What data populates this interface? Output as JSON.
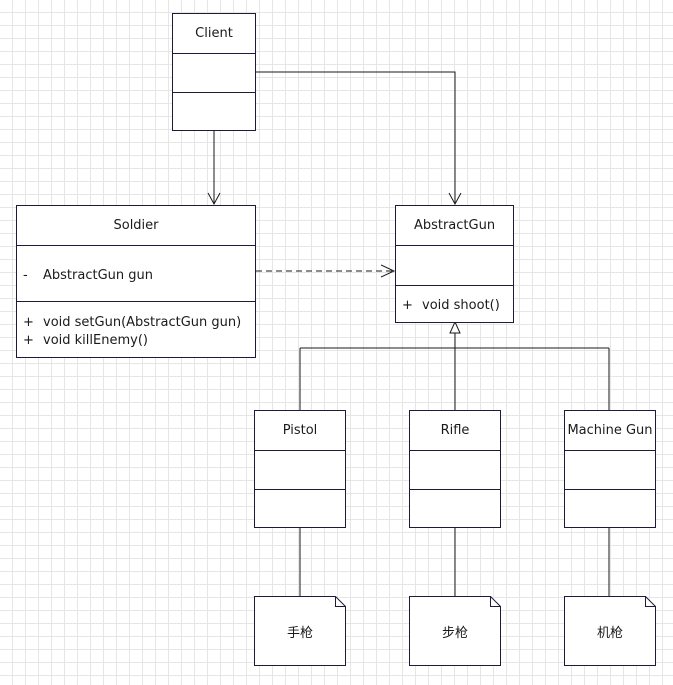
{
  "classes": {
    "client": {
      "name": "Client"
    },
    "soldier": {
      "name": "Soldier",
      "attributes": [
        {
          "visibility": "-",
          "text": "AbstractGun gun"
        }
      ],
      "methods": [
        {
          "visibility": "+",
          "text": "void setGun(AbstractGun gun)"
        },
        {
          "visibility": "+",
          "text": "void killEnemy()"
        }
      ]
    },
    "abstract_gun": {
      "name": "AbstractGun",
      "methods": [
        {
          "visibility": "+",
          "text": "void shoot()"
        }
      ]
    },
    "pistol": {
      "name": "Pistol"
    },
    "rifle": {
      "name": "Rifle"
    },
    "machine_gun": {
      "name": "Machine Gun"
    }
  },
  "notes": {
    "pistol": "手枪",
    "rifle": "步枪",
    "machine_gun": "机枪"
  },
  "colors": {
    "border": "#1c1c3a",
    "line": "#1a1a1a",
    "grid": "#e6e6e6"
  }
}
